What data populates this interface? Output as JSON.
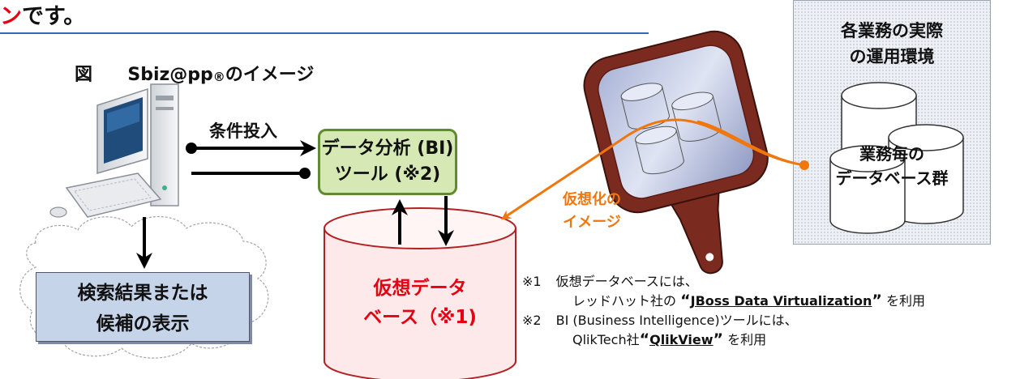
{
  "header": {
    "red_fragment": "ン",
    "text": "です。"
  },
  "figure": {
    "title_prefix": "図",
    "title_name": "Sbiz@pp",
    "title_mark": "®",
    "title_suffix": "のイメージ"
  },
  "flows": {
    "input_label": "条件投入"
  },
  "tool": {
    "line1": "データ分析 (BI)",
    "line2": "ツール (※2)"
  },
  "result": {
    "line1": "検索結果または",
    "line2": "候補の表示"
  },
  "virtual_db": {
    "line1": "仮想データ",
    "line2": "ベース（※1)"
  },
  "virtualization": {
    "line1": "仮想化の",
    "line2": "イメージ"
  },
  "environment": {
    "title1": "各業務の実際",
    "title2": "の運用環境",
    "db_label1": "業務毎の",
    "db_label2": "データベース群"
  },
  "notes": [
    {
      "mark": "※1",
      "text": "仮想データベースには、",
      "line2_prefix": "レッドハット社の",
      "open_quote": "“",
      "link": "JBoss Data Virtualization",
      "close_quote": "”",
      "suffix": "を利用"
    },
    {
      "mark": "※2",
      "text": "BI (Business Intelligence)ツールには、",
      "line2_prefix": "QlikTech社",
      "open_quote": "“",
      "link": "QlikView",
      "close_quote": "”",
      "suffix": "を利用"
    }
  ],
  "colors": {
    "accent_red": "#e60012",
    "arrow_orange": "#f0770f",
    "tool_fill": "#d6e8b4",
    "result_fill": "#c6d4ea",
    "db_fill": "#fde9e9",
    "line_blue": "#2e6db4"
  }
}
